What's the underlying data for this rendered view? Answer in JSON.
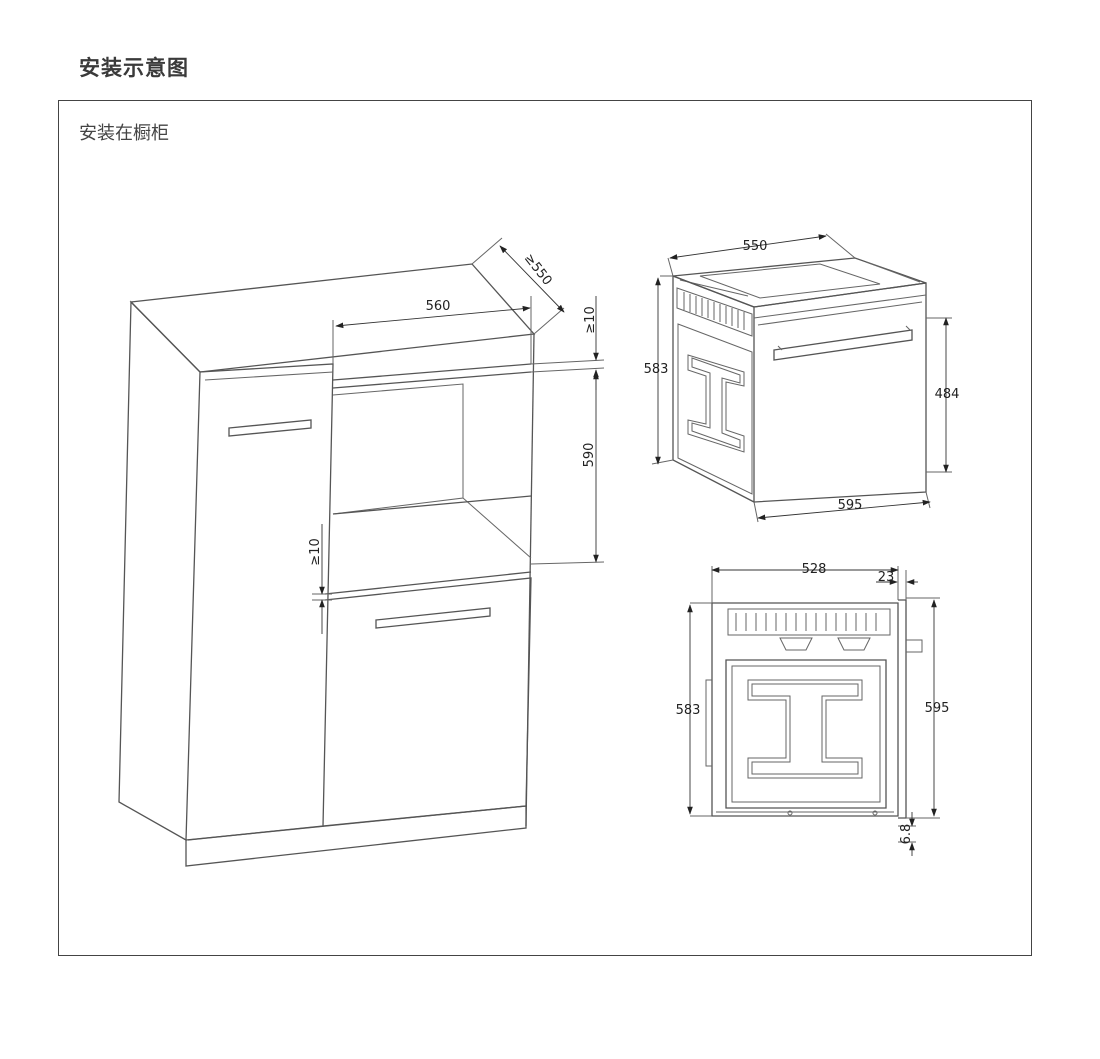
{
  "title": "安装示意图",
  "subtitle": "安装在橱柜",
  "dimensions": {
    "cabinet": {
      "depth": "≥550",
      "width": "560",
      "top_gap": "≥10",
      "height": "590",
      "bottom_gap": "≥10"
    },
    "oven_iso": {
      "depth": "550",
      "height_side": "583",
      "front_height": "484",
      "front_width": "595"
    },
    "oven_side": {
      "depth": "528",
      "panel": "23",
      "height": "583",
      "front_height": "595",
      "foot": "6.8"
    }
  }
}
